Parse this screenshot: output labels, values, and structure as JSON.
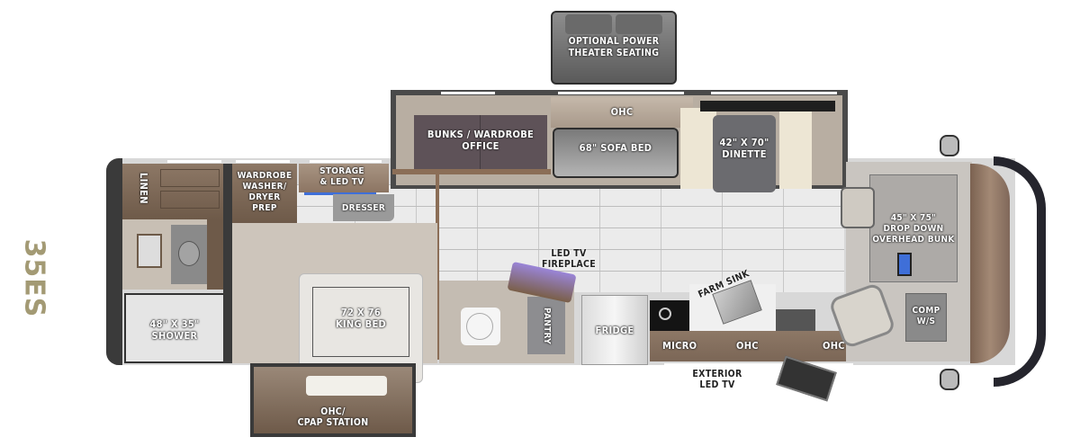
{
  "model": {
    "name": "35ES",
    "color": "#a39a74"
  },
  "floorplan": {
    "labels": {
      "theater_seating": "OPTIONAL POWER\nTHEATER SEATING",
      "bunks": "BUNKS / WARDROBE\nOFFICE",
      "ohc_slide": "OHC",
      "sofa_bed": "68\" SOFA BED",
      "dinette": "42\" X 70\"\nDINETTE",
      "linen": "LINEN",
      "wardrobe": "WARDROBE\nWASHER/\nDRYER\nPREP",
      "storage": "STORAGE\n& LED TV",
      "dresser": "DRESSER",
      "shower": "48\" X 35\"\nSHOWER",
      "king_bed": "72 X 76\nKING BED",
      "ohc_cpap": "OHC/\nCPAP STATION",
      "fireplace": "LED TV\nFIREPLACE",
      "pantry": "PANTRY",
      "fridge": "FRIDGE",
      "farm_sink": "FARM SINK",
      "micro": "MICRO",
      "ohc_kitchen": "OHC",
      "ohc_front": "OHC",
      "exterior_tv": "EXTERIOR\nLED TV",
      "overhead_bunk": "45\" X 75\"\nDROP DOWN\nOVERHEAD BUNK",
      "comp_ws": "COMP\nW/S"
    },
    "colors": {
      "wall": "#3a3a3a",
      "wood": "#7d6958",
      "tile": "#ebebeb",
      "dash": "#8b6e57",
      "accent_purple": "#8a7ad0",
      "tv_blue": "#3f6fd8"
    }
  }
}
